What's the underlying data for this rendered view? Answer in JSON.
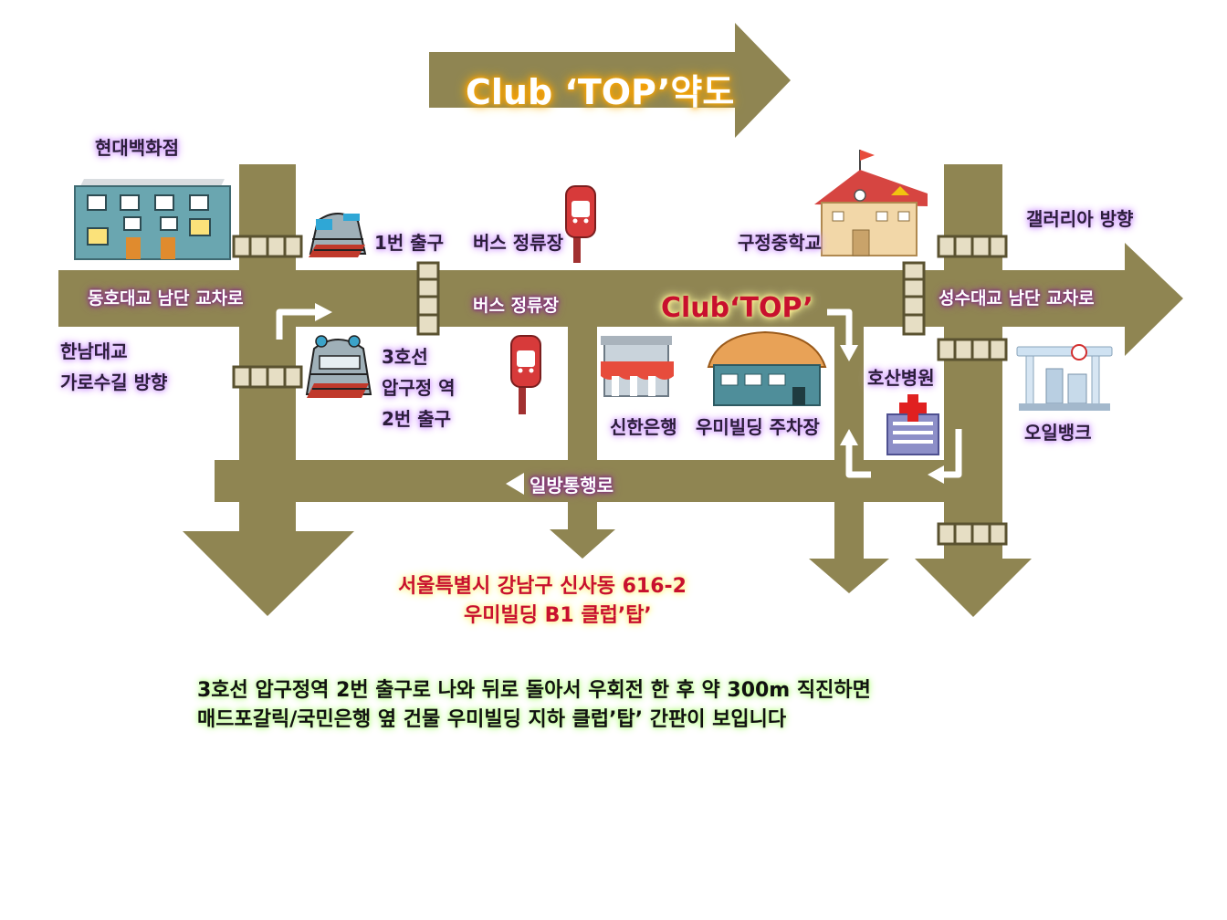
{
  "title": "Club ‘TOP’약도",
  "colors": {
    "road": "#8f8552",
    "background": "#ffffff",
    "ladder_fill": "#e6dec4",
    "ladder_line": "#5a5230",
    "arrow_white": "#ffffff"
  },
  "labels": {
    "hyundai_store": "현대백화점",
    "exit_1": "1번 출구",
    "bus_stop_top": "버스 정류장",
    "bus_stop_road": "버스 정류장",
    "gujeong_school": "구정중학교",
    "galleria": "갤러리아 방향",
    "dongho_bridge": "동호대교 남단 교차로",
    "seongsu_bridge": "성수대교 남단 교차로",
    "hannam_bridge": "한남대교\n가로수길 방향",
    "line3_station": "3호선\n압구정 역\n2번 출구",
    "club_top": "Club‘TOP’",
    "hosan_hospital": "호산병원",
    "shinhan_bank": "신한은행",
    "umi_parking": "우미빌딩 주차장",
    "oil_bank": "오일뱅크",
    "one_way": "일방통행로"
  },
  "icons": {
    "hyundai_store": "apartment-building-icon",
    "exit_1": "subway-entrance-icon",
    "line3_station": "subway-entrance-icon",
    "bus_stop_top": "bus-stop-sign-icon",
    "bus_stop_road": "bus-stop-sign-icon",
    "gujeong_school": "school-building-icon",
    "shinhan_bank": "shop-awning-icon",
    "umi_building": "house-tiled-roof-icon",
    "hosan_hospital": "hospital-red-cross-icon",
    "oil_bank": "gas-station-icon",
    "crosswalk": "crosswalk-ladder-icon",
    "one_way": "triangle-left-icon"
  },
  "address": {
    "line1": "서울특별시 강남구 신사동 616-2",
    "line2": "우미빌딩 B1 클럽’탑’"
  },
  "directions": {
    "line1": "3호선 압구정역 2번 출구로 나와 뒤로 돌아서 우회전 한 후 약 300m 직진하면",
    "line2": "매드포갈릭/국민은행 옆 건물 우미빌딩 지하 클럽’탑’ 간판이 보입니다"
  }
}
